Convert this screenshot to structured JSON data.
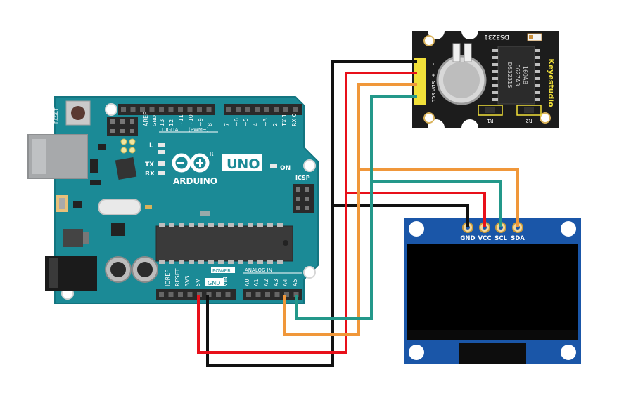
{
  "arduino": {
    "logo": "ARDUINO",
    "model": "UNO",
    "reset": "RESET",
    "aref": "AREF",
    "gnd_top": "GND",
    "digital_pins": [
      "13",
      "12",
      "~11",
      "~10",
      "~9",
      "8",
      "7",
      "~6",
      "~5",
      "4",
      "~3",
      "2",
      "TX 1",
      "RX 0"
    ],
    "digital_label": "DIGITAL",
    "pwm_label": "(PWM~)",
    "led_l": "L",
    "led_tx": "TX",
    "led_rx": "RX",
    "on": "ON",
    "icsp": "ICSP",
    "power_header": "POWER",
    "analog_header": "ANALOG IN",
    "power_pins": [
      "IOREF",
      "RESET",
      "3V3",
      "5V",
      "GND",
      "VIN"
    ],
    "analog_pins": [
      "A0",
      "A1",
      "A2",
      "A3",
      "A4",
      "A5"
    ],
    "icon": "infinity-logo-icon"
  },
  "rtc_module": {
    "brand": "Keyestudio",
    "chip": "DS3231",
    "chip_marking": [
      "DS3231S",
      "0627A3",
      "160AB"
    ],
    "pins": [
      "-",
      "+",
      "SDA",
      "SCL"
    ],
    "resistors": [
      "R1",
      "R2"
    ]
  },
  "oled": {
    "pins": [
      "GND",
      "VCC",
      "SCL",
      "SDA"
    ]
  },
  "wire_colors": {
    "gnd": "#111111",
    "vcc": "#e8101a",
    "sda": "#f0973a",
    "scl": "#23988a"
  }
}
